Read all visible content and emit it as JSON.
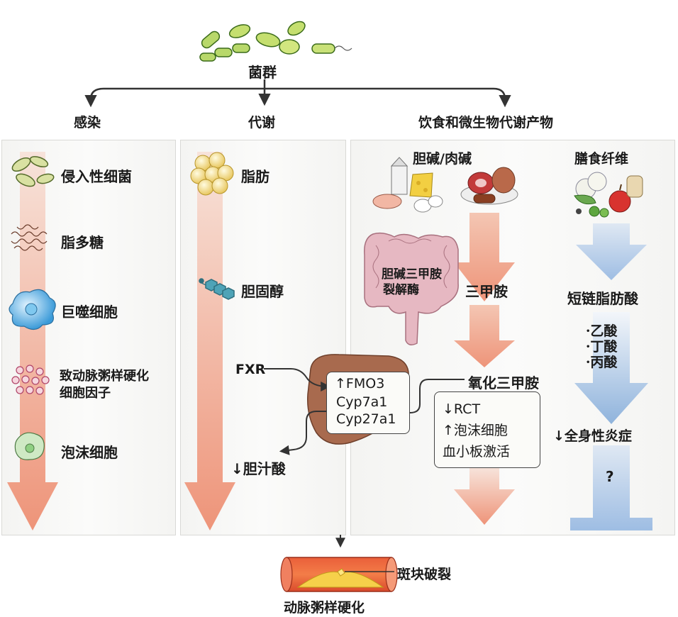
{
  "top": {
    "label": "菌群"
  },
  "columns": {
    "infection": {
      "header": "感染",
      "items": [
        "侵入性细菌",
        "脂多糖",
        "巨噬细胞",
        "致动脉粥样硬化",
        "细胞因子",
        "泡沫细胞"
      ]
    },
    "metabolism": {
      "header": "代谢",
      "items": [
        "脂肪",
        "胆固醇",
        "FXR",
        "胆汁酸"
      ]
    },
    "diet": {
      "header": "饮食和微生物代谢产物",
      "choline": "胆碱/肉碱",
      "enzyme_line1": "胆碱三甲胺",
      "enzyme_line2": "裂解酶",
      "tma": "三甲胺",
      "tmao": "氧化三甲胺",
      "fiber": "膳食纤维",
      "scfa": "短链脂肪酸",
      "acids": [
        "乙酸",
        "丁酸",
        "丙酸"
      ],
      "inflammation": "全身性炎症",
      "question": "?",
      "effects": [
        "RCT",
        "泡沫细胞",
        "血小板激活"
      ]
    }
  },
  "liver": {
    "lines": [
      "FMO3",
      "Cyp7a1",
      "Cyp27a1"
    ]
  },
  "bottom": {
    "rupture": "斑块破裂",
    "title": "动脉粥样硬化"
  },
  "colors": {
    "salmon": "#ef9c80",
    "blue": "#8fb3dc",
    "dark": "#333333"
  }
}
